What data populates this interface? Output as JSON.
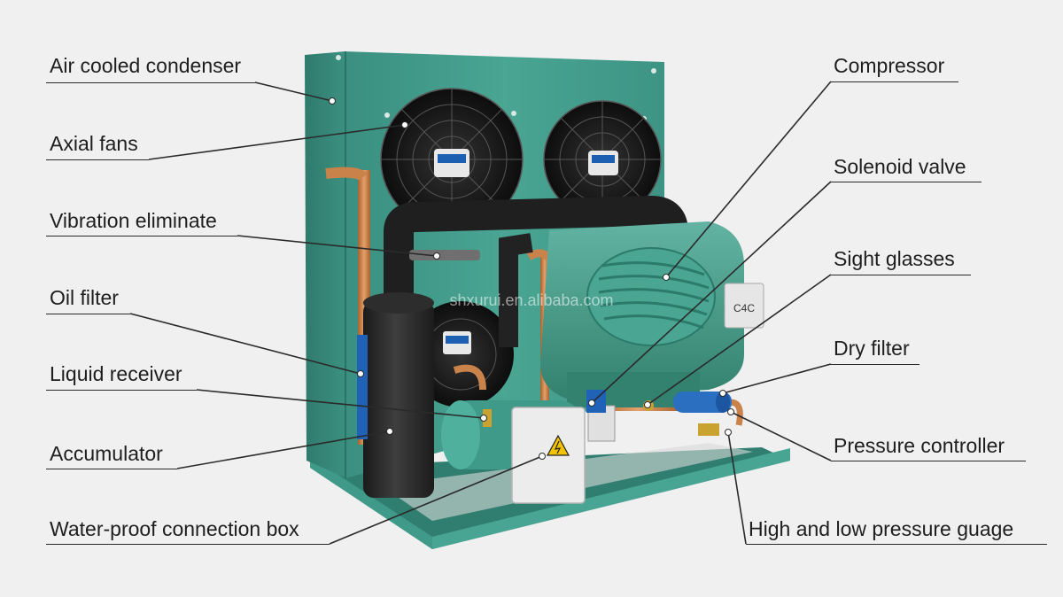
{
  "watermark": "shxurui.en.alibaba.com",
  "box_logo": "C4C",
  "warning_symbol": "high-voltage-warning",
  "colors": {
    "background": "#f0f0f0",
    "unit_green": "#3f9a8a",
    "insulation": "#2b2b2b",
    "copper": "#c9834a",
    "filter_blue": "#2a6fc0",
    "leader_line": "#2a2a2a"
  },
  "labels": {
    "left": [
      "Air cooled condenser",
      "Axial fans",
      "Vibration eliminate",
      "Oil filter",
      "Liquid receiver",
      "Accumulator",
      "Water-proof connection box"
    ],
    "right": [
      "Compressor",
      "Solenoid valve",
      "Sight glasses",
      "Dry filter",
      "Pressure controller",
      "High and low pressure guage"
    ]
  }
}
